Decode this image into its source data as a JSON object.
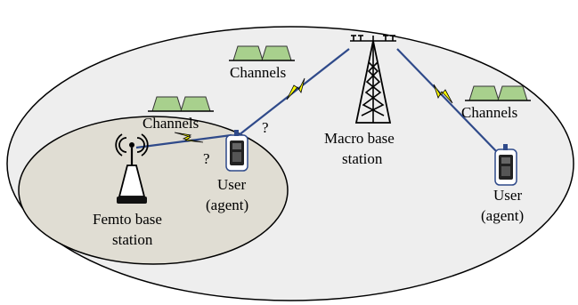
{
  "labels": {
    "channels_top": "Channels",
    "channels_left": "Channels",
    "channels_right": "Channels",
    "macro_line1": "Macro base",
    "macro_line2": "station",
    "femto_line1": "Femto base",
    "femto_line2": "station",
    "user_left_line1": "User",
    "user_left_line2": "(agent)",
    "user_right_line1": "User",
    "user_right_line2": "(agent)",
    "question_1": "?",
    "question_2": "?"
  },
  "colors": {
    "macro_cell_fill": "#eeeeee",
    "femto_cell_fill": "#e0ddd3",
    "channel_fill": "#a8d08d",
    "link_line": "#2f4a8a",
    "lightning": "#ffff00",
    "outline": "#000000"
  },
  "icons": [
    "antenna-tower-icon",
    "femto-router-icon",
    "mobile-phone-icon",
    "channel-blocks-icon",
    "lightning-link-icon"
  ]
}
